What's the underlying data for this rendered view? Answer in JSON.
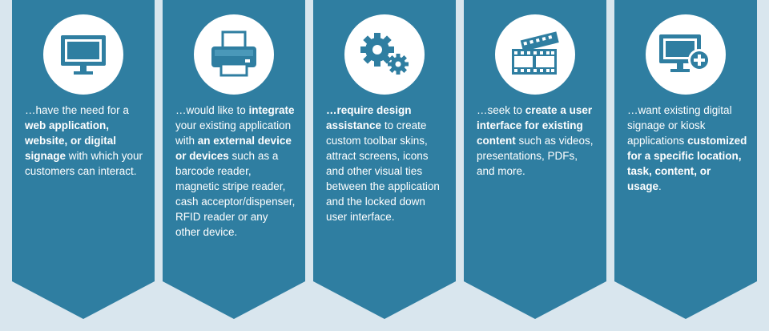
{
  "colors": {
    "background": "#d9e6ee",
    "card": "#2f7ea1",
    "icon": "#2f7ea1",
    "text": "#ffffff"
  },
  "cards": [
    {
      "icon": "monitor-icon",
      "segments": [
        {
          "text": "…have the need for a ",
          "bold": false
        },
        {
          "text": "web application, website, or digital signage",
          "bold": true
        },
        {
          "text": " with which your customers can interact.",
          "bold": false
        }
      ]
    },
    {
      "icon": "printer-icon",
      "segments": [
        {
          "text": "…would like to ",
          "bold": false
        },
        {
          "text": "integrate",
          "bold": true
        },
        {
          "text": " your existing application with ",
          "bold": false
        },
        {
          "text": "an external device or devices",
          "bold": true
        },
        {
          "text": " such as a barcode reader, magnetic stripe reader, cash acceptor/dispenser, RFID reader or any other device.",
          "bold": false
        }
      ]
    },
    {
      "icon": "gears-icon",
      "segments": [
        {
          "text": "…require design assistance",
          "bold": true
        },
        {
          "text": " to create custom toolbar skins, attract screens, icons and other visual ties between the application and the locked down user interface.",
          "bold": false
        }
      ]
    },
    {
      "icon": "film-icon",
      "segments": [
        {
          "text": "…seek to ",
          "bold": false
        },
        {
          "text": "create a user interface for existing content",
          "bold": true
        },
        {
          "text": " such as videos, presentations, PDFs, and more.",
          "bold": false
        }
      ]
    },
    {
      "icon": "monitor-plus-icon",
      "segments": [
        {
          "text": "…want existing digital signage or kiosk applications ",
          "bold": false
        },
        {
          "text": "customized for a specific location, task, content, or usage",
          "bold": true
        },
        {
          "text": ".",
          "bold": false
        }
      ]
    }
  ]
}
